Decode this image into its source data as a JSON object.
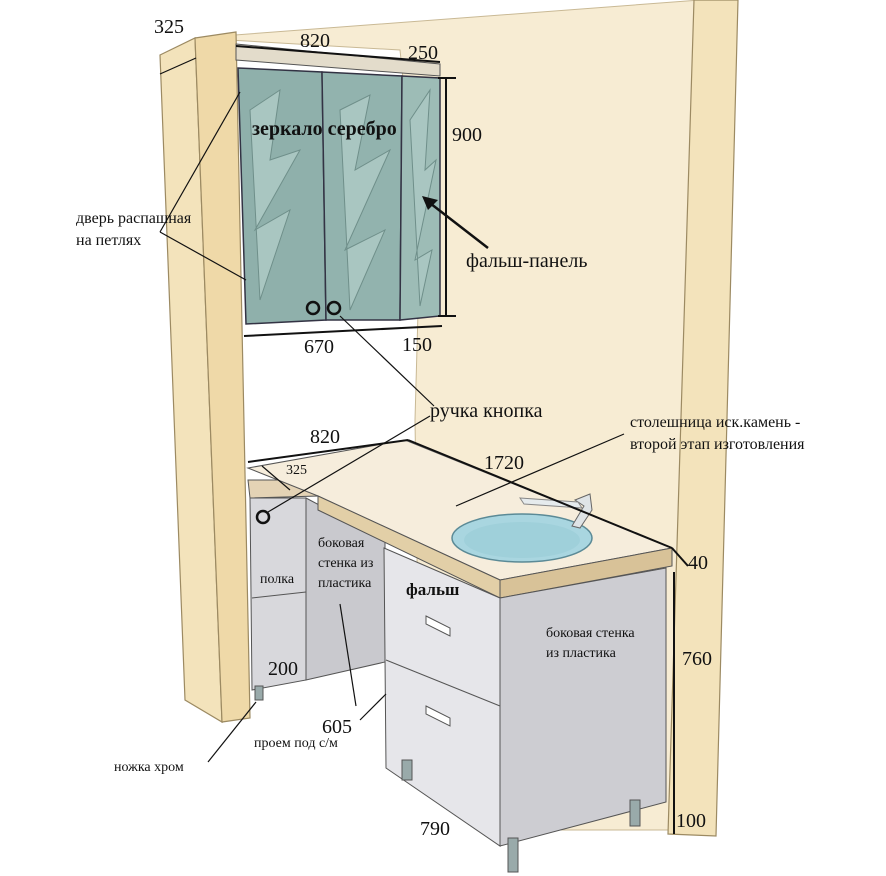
{
  "dimensions": {
    "top_depth": "325",
    "top_width": "820",
    "top_side_width": "250",
    "mirror_height": "900",
    "mirror_door_width": "670",
    "false_panel_width": "150",
    "counter_width": "820",
    "counter_depth": "325",
    "counter_length": "1720",
    "counter_thickness": "40",
    "cabinet_height": "760",
    "leg_height": "100",
    "shelf_height": "200",
    "opening_width": "605",
    "cabinet_width": "790"
  },
  "labels": {
    "mirror_title": "зеркало серебро",
    "hinged_door_line1": "дверь распашная",
    "hinged_door_line2": "на петлях",
    "false_panel": "фальш-панель",
    "push_handle": "ручка кнопка",
    "countertop_line1": "столешница иск.камень -",
    "countertop_line2": "второй этап изготовления",
    "side_wall_left_line1": "боковая",
    "side_wall_left_line2": "стенка из",
    "side_wall_left_line3": "пластика",
    "shelf": "полка",
    "false_front": "фальш",
    "side_wall_right_line1": "боковая стенка",
    "side_wall_right_line2": "из пластика",
    "chrome_leg": "ножка хром",
    "washer_opening": "проем под с/м"
  }
}
